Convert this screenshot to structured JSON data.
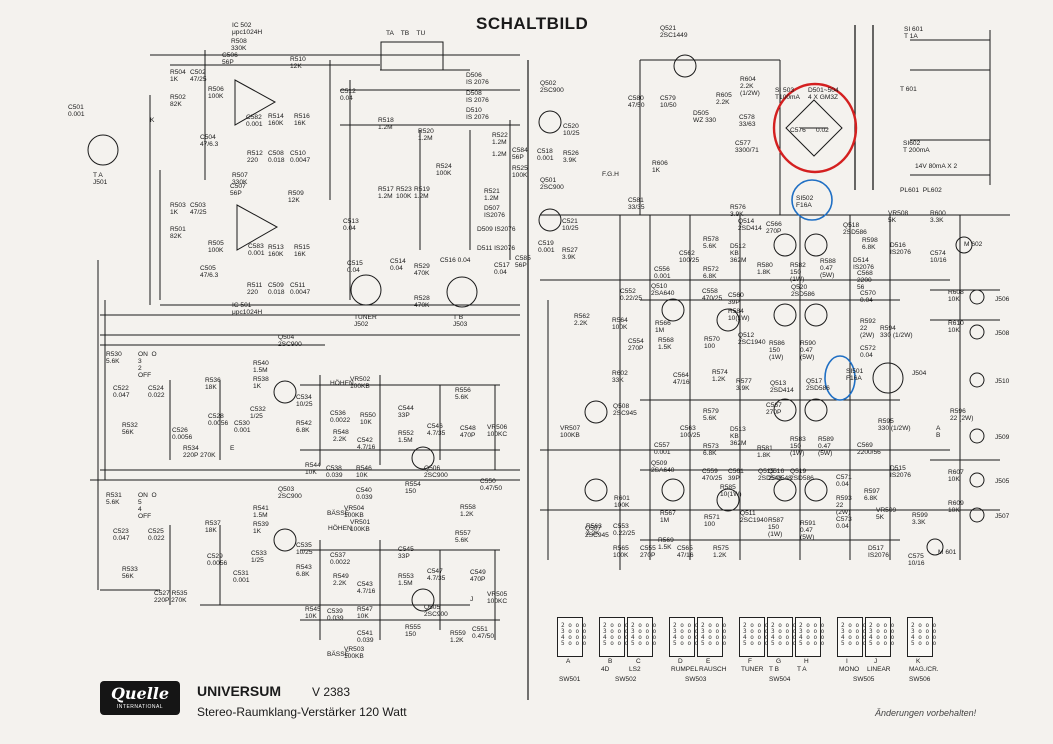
{
  "title": "SCHALTBILD",
  "brand": "UNIVERSUM",
  "model": "V 2383",
  "subtitle": "Stereo-Raumklang-Verstärker 120 Watt",
  "logo": {
    "text": "Quelle",
    "sub": "INTERNATIONAL"
  },
  "note": "Änderungen vorbehalten!",
  "annotation_colors": {
    "red_circle": "#d42020",
    "blue_circle": "#1f6fc4"
  },
  "labels": [
    {
      "id": "ic502",
      "t": "IC 502\nμpc1024H"
    },
    {
      "id": "r508",
      "t": "R508\n330K"
    },
    {
      "id": "c506",
      "t": "C506\n56P"
    },
    {
      "id": "r510",
      "t": "R510\n12K"
    },
    {
      "id": "r504",
      "t": "R504\n1K"
    },
    {
      "id": "c502",
      "t": "C502\n47/25"
    },
    {
      "id": "r502",
      "t": "R502\n82K"
    },
    {
      "id": "r506",
      "t": "R506\n100K"
    },
    {
      "id": "c501",
      "t": "C501\n0.001"
    },
    {
      "id": "ta",
      "t": "T A\nJ501"
    },
    {
      "id": "c504",
      "t": "C504\n47/6.3"
    },
    {
      "id": "c512",
      "t": "C512\n0.04"
    },
    {
      "id": "c582",
      "t": "C582\n0.001"
    },
    {
      "id": "r514",
      "t": "R514\n160K"
    },
    {
      "id": "r516",
      "t": "R516\n16K"
    },
    {
      "id": "r512",
      "t": "R512\n220"
    },
    {
      "id": "c508",
      "t": "C508\n0.018"
    },
    {
      "id": "c510",
      "t": "C510\n0.0047"
    },
    {
      "id": "c507",
      "t": "C507\n56P"
    },
    {
      "id": "r507",
      "t": "R507\n330K"
    },
    {
      "id": "r509",
      "t": "R509\n12K"
    },
    {
      "id": "r503",
      "t": "R503\n1K"
    },
    {
      "id": "c503",
      "t": "C503\n47/25"
    },
    {
      "id": "r501",
      "t": "R501\n82K"
    },
    {
      "id": "r505",
      "t": "R505\n100K"
    },
    {
      "id": "c583",
      "t": "C583\n0.001"
    },
    {
      "id": "r513",
      "t": "R513\n160K"
    },
    {
      "id": "r515",
      "t": "R515\n16K"
    },
    {
      "id": "c505",
      "t": "C505\n47/6.3"
    },
    {
      "id": "r511",
      "t": "R511\n220"
    },
    {
      "id": "c509",
      "t": "C509\n0.018"
    },
    {
      "id": "c511",
      "t": "C511\n0.0047"
    },
    {
      "id": "ic501",
      "t": "IC 501\nμpc1024H"
    },
    {
      "id": "c513",
      "t": "C513\n0.04"
    },
    {
      "id": "r518",
      "t": "R518\n1.2M"
    },
    {
      "id": "r520",
      "t": "R520\n1.2M"
    },
    {
      "id": "r524",
      "t": "R524\n100K"
    },
    {
      "id": "r517",
      "t": "R517\n1.2M"
    },
    {
      "id": "r523",
      "t": "R523\n100K"
    },
    {
      "id": "r519",
      "t": "R519\n1.2M"
    },
    {
      "id": "c515",
      "t": "C515\n0.04"
    },
    {
      "id": "c514",
      "t": "C514\n0.04"
    },
    {
      "id": "r529",
      "t": "R529\n470K"
    },
    {
      "id": "c516",
      "t": "C516 0.04"
    },
    {
      "id": "r528",
      "t": "R528\n470K"
    },
    {
      "id": "tuner",
      "t": "TUNER\nJ502"
    },
    {
      "id": "tb",
      "t": "T B\nJ503"
    },
    {
      "id": "tatbtu",
      "t": "TA    TB    TU"
    },
    {
      "id": "d506",
      "t": "D506\nIS 2076"
    },
    {
      "id": "d508",
      "t": "D508\nIS 2076"
    },
    {
      "id": "d510",
      "t": "D510\nIS 2076"
    },
    {
      "id": "q502",
      "t": "Q502\n2SC900"
    },
    {
      "id": "r522",
      "t": "R522\n1.2M"
    },
    {
      "id": "r522b",
      "t": "1.2M"
    },
    {
      "id": "c520",
      "t": "C520\n10/25"
    },
    {
      "id": "c584",
      "t": "C584\n56P"
    },
    {
      "id": "c518",
      "t": "C518\n0.001"
    },
    {
      "id": "r526",
      "t": "R526\n3.9K"
    },
    {
      "id": "r525",
      "t": "R525\n100K"
    },
    {
      "id": "q501",
      "t": "Q501\n2SC900"
    },
    {
      "id": "r521",
      "t": "R521\n1.2M"
    },
    {
      "id": "d507",
      "t": "D507\nIS2076"
    },
    {
      "id": "d509",
      "t": "D509 IS2076"
    },
    {
      "id": "c521",
      "t": "C521\n10/25"
    },
    {
      "id": "d511",
      "t": "D511 IS2076"
    },
    {
      "id": "c519",
      "t": "C519\n0.001"
    },
    {
      "id": "r527",
      "t": "R527\n3.9K"
    },
    {
      "id": "c585",
      "t": "C585\n56P"
    },
    {
      "id": "c517",
      "t": "C517\n0.04"
    },
    {
      "id": "q521",
      "t": "Q521\n2SC1449"
    },
    {
      "id": "c580",
      "t": "C580\n47/50"
    },
    {
      "id": "c579",
      "t": "C579\n10/50"
    },
    {
      "id": "d505",
      "t": "D505\nWZ 330"
    },
    {
      "id": "r605",
      "t": "R605\n2.2K"
    },
    {
      "id": "r604",
      "t": "R604\n2.2K\n(1/2W)"
    },
    {
      "id": "c578",
      "t": "C578\n33/63"
    },
    {
      "id": "c577",
      "t": "C577\n3300/71"
    },
    {
      "id": "r606",
      "t": "R606\n1K"
    },
    {
      "id": "fgh",
      "t": "F.G.H"
    },
    {
      "id": "c581",
      "t": "C581\n33/35"
    },
    {
      "id": "si503",
      "t": "SI 503\nT100mA"
    },
    {
      "id": "d501",
      "t": "D501~504\n4 X GM3Z"
    },
    {
      "id": "c576",
      "t": "C576"
    },
    {
      "id": "c576v",
      "t": "0.02"
    },
    {
      "id": "si601",
      "t": "SI 601\nT 1A"
    },
    {
      "id": "t601",
      "t": "T 601"
    },
    {
      "id": "si602",
      "t": "SI602\nT 200mA"
    },
    {
      "id": "pl601",
      "t": "PL601  PL602"
    },
    {
      "id": "lamp",
      "t": "14V 80mA X 2"
    },
    {
      "id": "si502",
      "t": "SI502\nF16A"
    },
    {
      "id": "r576",
      "t": "R576\n3.9K"
    },
    {
      "id": "q514",
      "t": "Q514\n2SD414"
    },
    {
      "id": "c566",
      "t": "C566\n270P"
    },
    {
      "id": "r578",
      "t": "R578\n5.6K"
    },
    {
      "id": "d512",
      "t": "D512\nKB\n362M"
    },
    {
      "id": "c562",
      "t": "C562\n100/25"
    },
    {
      "id": "r572",
      "t": "R572\n6.8K"
    },
    {
      "id": "r580",
      "t": "R580\n1.8K"
    },
    {
      "id": "r582",
      "t": "R582\n150\n(1W)"
    },
    {
      "id": "r588",
      "t": "R588\n0.47\n(5W)"
    },
    {
      "id": "q518",
      "t": "Q518\n2SD586"
    },
    {
      "id": "r598",
      "t": "R598\n6.8K"
    },
    {
      "id": "d516",
      "t": "D516\nIS2076"
    },
    {
      "id": "d514",
      "t": "D514\nIS2076"
    },
    {
      "id": "vr508",
      "t": "VR508\n5K"
    },
    {
      "id": "r600",
      "t": "R600\n3.3K"
    },
    {
      "id": "c574",
      "t": "C574\n10/16"
    },
    {
      "id": "m602",
      "t": "M 602"
    },
    {
      "id": "c568",
      "t": "C568\n2200\n56"
    },
    {
      "id": "c556",
      "t": "C556\n0.001"
    },
    {
      "id": "q510",
      "t": "Q510\n2SA640"
    },
    {
      "id": "c558",
      "t": "C558\n470/25"
    },
    {
      "id": "c560",
      "t": "C560\n39P"
    },
    {
      "id": "q520",
      "t": "Q520\n2SD586"
    },
    {
      "id": "r584",
      "t": "R584\n10(1W)"
    },
    {
      "id": "r570",
      "t": "R570\n100"
    },
    {
      "id": "q512",
      "t": "Q512\n2SC1940"
    },
    {
      "id": "r586",
      "t": "R586\n150\n(1W)"
    },
    {
      "id": "r590",
      "t": "R590\n0.47\n(5W)"
    },
    {
      "id": "c570",
      "t": "C570\n0.04"
    },
    {
      "id": "r592",
      "t": "R592\n22\n(2W)"
    },
    {
      "id": "r594",
      "t": "R594\n330 (1/2W)"
    },
    {
      "id": "c572",
      "t": "C572\n0.04"
    },
    {
      "id": "r608",
      "t": "R608\n10K"
    },
    {
      "id": "r610",
      "t": "R610\n10K"
    },
    {
      "id": "j506",
      "t": "J506"
    },
    {
      "id": "j508",
      "t": "J508"
    },
    {
      "id": "c552",
      "t": "C552\n0.22/25"
    },
    {
      "id": "r562",
      "t": "R562\n2.2K"
    },
    {
      "id": "r564",
      "t": "R564\n100K"
    },
    {
      "id": "c554",
      "t": "C554\n270P"
    },
    {
      "id": "r566",
      "t": "R566\n1M"
    },
    {
      "id": "r568",
      "t": "R568\n1.5K"
    },
    {
      "id": "c564",
      "t": "C564\n47/16"
    },
    {
      "id": "r574",
      "t": "R574\n1.2K"
    },
    {
      "id": "j504",
      "t": "J504"
    },
    {
      "id": "j510",
      "t": "J510"
    },
    {
      "id": "r602",
      "t": "R602\n33K"
    },
    {
      "id": "q504",
      "t": "Q504\n2SC900"
    },
    {
      "id": "r540",
      "t": "R540\n1.5M"
    },
    {
      "id": "r538",
      "t": "R538\n1K"
    },
    {
      "id": "c532",
      "t": "C532\n1/25"
    },
    {
      "id": "c534",
      "t": "C534\n10/25"
    },
    {
      "id": "r542",
      "t": "R542\n6.8K"
    },
    {
      "id": "r530",
      "t": "R530\n5.6K"
    },
    {
      "id": "on1",
      "t": "ON  O\n3\n2\nOFF"
    },
    {
      "id": "c522",
      "t": "C522\n0.047"
    },
    {
      "id": "c524",
      "t": "C524\n0.022"
    },
    {
      "id": "r536",
      "t": "R536\n18K"
    },
    {
      "id": "r532",
      "t": "R532\n56K"
    },
    {
      "id": "c526",
      "t": "C526\n0.0056"
    },
    {
      "id": "c528",
      "t": "C528\n0.0056"
    },
    {
      "id": "c530",
      "t": "C530\n0.001"
    },
    {
      "id": "r534",
      "t": "R534\n220P 270K"
    },
    {
      "id": "hohen1",
      "t": "HÖHEN"
    },
    {
      "id": "vr502",
      "t": "VR502\n100KB"
    },
    {
      "id": "c536",
      "t": "C536\n0.0022"
    },
    {
      "id": "r548",
      "t": "R548\n2.2K"
    },
    {
      "id": "c542",
      "t": "C542\n4.7/16"
    },
    {
      "id": "r556",
      "t": "R556\n5.6K"
    },
    {
      "id": "c544",
      "t": "C544\n33P"
    },
    {
      "id": "r550",
      "t": "R550\n10K"
    },
    {
      "id": "r552",
      "t": "R552\n1.5M"
    },
    {
      "id": "c546",
      "t": "C546\n4.7/35"
    },
    {
      "id": "c548",
      "t": "C548\n470P"
    },
    {
      "id": "vr506",
      "t": "VR506\n100KC"
    },
    {
      "id": "q506",
      "t": "Q506\n2SC900"
    },
    {
      "id": "r544",
      "t": "R544\n10K"
    },
    {
      "id": "c538",
      "t": "C538\n0.039"
    },
    {
      "id": "r546",
      "t": "R546\n10K"
    },
    {
      "id": "c540",
      "t": "C540\n0.039"
    },
    {
      "id": "r554",
      "t": "R554\n150"
    },
    {
      "id": "c550",
      "t": "C550\n0.47/50"
    },
    {
      "id": "r558",
      "t": "R558\n1.2K"
    },
    {
      "id": "basse1",
      "t": "BÄSSE"
    },
    {
      "id": "vr504",
      "t": "VR504\n100KB"
    },
    {
      "id": "q508",
      "t": "Q508\n2SC945"
    },
    {
      "id": "vr507",
      "t": "VR507\n100KB"
    },
    {
      "id": "q503",
      "t": "Q503\n2SC900"
    },
    {
      "id": "r541",
      "t": "R541\n1.5M"
    },
    {
      "id": "r539",
      "t": "R539\n1K"
    },
    {
      "id": "c533",
      "t": "C533\n1/25"
    },
    {
      "id": "c535",
      "t": "C535\n10/25"
    },
    {
      "id": "r543",
      "t": "R543\n6.8K"
    },
    {
      "id": "r531",
      "t": "R531\n5.6K"
    },
    {
      "id": "on2",
      "t": "ON  O\n5\n4\nOFF"
    },
    {
      "id": "c523",
      "t": "C523\n0.047"
    },
    {
      "id": "c525",
      "t": "C525\n0.022"
    },
    {
      "id": "r537",
      "t": "R537\n18K"
    },
    {
      "id": "r533",
      "t": "R533\n56K"
    },
    {
      "id": "c529",
      "t": "C529\n0.0056"
    },
    {
      "id": "c531",
      "t": "C531\n0.001"
    },
    {
      "id": "c527",
      "t": "C527 R535\n220P 270K"
    },
    {
      "id": "hohen2",
      "t": "HÖHEN"
    },
    {
      "id": "vr501",
      "t": "VR501\n100KB"
    },
    {
      "id": "c537",
      "t": "C537\n0.0022"
    },
    {
      "id": "r549",
      "t": "R549\n2.2K"
    },
    {
      "id": "c543",
      "t": "C543\n4.7/16"
    },
    {
      "id": "r557",
      "t": "R557\n5.6K"
    },
    {
      "id": "c545",
      "t": "C545\n33P"
    },
    {
      "id": "r553",
      "t": "R553\n1.5M"
    },
    {
      "id": "c547",
      "t": "C547\n4.7/35"
    },
    {
      "id": "c549",
      "t": "C549\n470P"
    },
    {
      "id": "vr505",
      "t": "VR505\n100KC"
    },
    {
      "id": "q505",
      "t": "Q505\n2SC900"
    },
    {
      "id": "r545",
      "t": "R545\n10K"
    },
    {
      "id": "c539",
      "t": "C539\n0.039"
    },
    {
      "id": "r547",
      "t": "R547\n10K"
    },
    {
      "id": "c541",
      "t": "C541\n0.039"
    },
    {
      "id": "r555",
      "t": "R555\n150"
    },
    {
      "id": "r559",
      "t": "R559\n1.2K"
    },
    {
      "id": "c551",
      "t": "C551\n0.47/50"
    },
    {
      "id": "basse2",
      "t": "BÄSSE"
    },
    {
      "id": "vr503",
      "t": "VR503\n100KB"
    },
    {
      "id": "q507",
      "t": "Q507\n2SC945"
    },
    {
      "id": "r601",
      "t": "R601\n100K"
    },
    {
      "id": "r577",
      "t": "R577\n3.9K"
    },
    {
      "id": "q513",
      "t": "Q513\n2SD414"
    },
    {
      "id": "q517",
      "t": "Q517\n2SD586"
    },
    {
      "id": "si501",
      "t": "SI501\nF16A"
    },
    {
      "id": "c567",
      "t": "C567\n270P"
    },
    {
      "id": "r579",
      "t": "R579\n5.6K"
    },
    {
      "id": "d513",
      "t": "D513\nKB\n362M"
    },
    {
      "id": "c563",
      "t": "C563\n100/25"
    },
    {
      "id": "r573",
      "t": "R573\n6.8K"
    },
    {
      "id": "r581",
      "t": "R581\n1.8K"
    },
    {
      "id": "r583",
      "t": "R583\n150\n(1W)"
    },
    {
      "id": "r589",
      "t": "R589\n0.47\n(5W)"
    },
    {
      "id": "c569",
      "t": "C569\n2200/56"
    },
    {
      "id": "r595",
      "t": "R595\n330 (1/2W)"
    },
    {
      "id": "r596",
      "t": "R596\n22 (2W)"
    },
    {
      "id": "j509",
      "t": "J509"
    },
    {
      "id": "c557",
      "t": "C557\n0.001"
    },
    {
      "id": "q509",
      "t": "Q509\n2SA640"
    },
    {
      "id": "c559",
      "t": "C559\n470/25"
    },
    {
      "id": "c561",
      "t": "C561\n39P"
    },
    {
      "id": "q515",
      "t": "Q515\n2SD548"
    },
    {
      "id": "q519",
      "t": "Q519\n2SD586"
    },
    {
      "id": "r585",
      "t": "R585\n10(1W)"
    },
    {
      "id": "r571",
      "t": "R571\n100"
    },
    {
      "id": "q511",
      "t": "Q511\n2SC1940"
    },
    {
      "id": "r587",
      "t": "R587\n150\n(1W)"
    },
    {
      "id": "r591",
      "t": "R591\n0.47\n(5W)"
    },
    {
      "id": "c571",
      "t": "C571\n0.04"
    },
    {
      "id": "r593",
      "t": "R593\n22\n(2W)"
    },
    {
      "id": "c573",
      "t": "C573\n0.04"
    },
    {
      "id": "d515",
      "t": "D515\nIS2076"
    },
    {
      "id": "r597",
      "t": "R597\n6.8K"
    },
    {
      "id": "vr509",
      "t": "VR509\n5K"
    },
    {
      "id": "r599",
      "t": "R599\n3.3K"
    },
    {
      "id": "d517",
      "t": "D517\nIS2076"
    },
    {
      "id": "c575",
      "t": "C575\n10/16"
    },
    {
      "id": "m601",
      "t": "M 601"
    },
    {
      "id": "r607",
      "t": "R607\n10K"
    },
    {
      "id": "r609",
      "t": "R609\n10K"
    },
    {
      "id": "j505",
      "t": "J505"
    },
    {
      "id": "j507",
      "t": "J507"
    },
    {
      "id": "r563",
      "t": "R563\n2.2K"
    },
    {
      "id": "c553",
      "t": "C553\n0.22/25"
    },
    {
      "id": "r565",
      "t": "R565\n100K"
    },
    {
      "id": "c555",
      "t": "C555\n270P"
    },
    {
      "id": "r567",
      "t": "R567\n1M"
    },
    {
      "id": "r569",
      "t": "R569\n1.5K"
    },
    {
      "id": "c565",
      "t": "C565\n47/16"
    },
    {
      "id": "r575",
      "t": "R575\n1.2K"
    },
    {
      "id": "q516",
      "t": "Q516\n2SD548"
    },
    {
      "id": "k",
      "t": "K"
    },
    {
      "id": "j",
      "t": "J"
    },
    {
      "id": "ab",
      "t": "A\nB"
    },
    {
      "id": "e",
      "t": "E"
    }
  ],
  "switches": [
    {
      "letters": [
        "A"
      ],
      "name": "SW501"
    },
    {
      "letters": [
        "B",
        "C"
      ],
      "sublabels": [
        "4D",
        "LS2"
      ],
      "name": "SW502"
    },
    {
      "letters": [
        "D",
        "E"
      ],
      "sublabels": [
        "RUMPEL",
        "RAUSCH"
      ],
      "name": "SW503"
    },
    {
      "letters": [
        "F",
        "G",
        "H"
      ],
      "sublabels": [
        "TUNER",
        "T B",
        "T A"
      ],
      "name": "SW504"
    },
    {
      "letters": [
        "I",
        "J"
      ],
      "sublabels": [
        "MONO",
        "LINEAR"
      ],
      "name": "SW505"
    },
    {
      "letters": [
        "K"
      ],
      "sublabels": [
        "MAG./CR."
      ],
      "name": "SW506"
    }
  ]
}
